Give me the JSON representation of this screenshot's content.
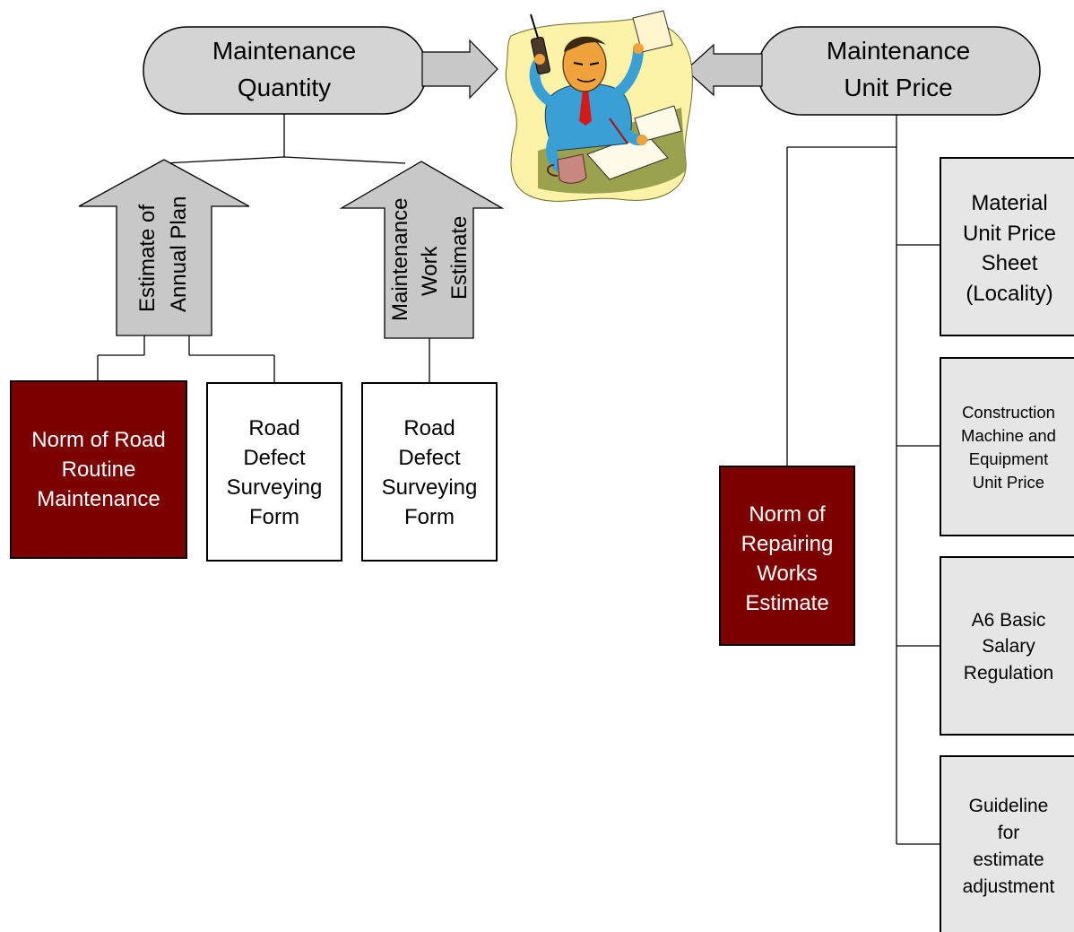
{
  "colors": {
    "pill_fill": "#d4d4d4",
    "arrow_fill": "#c8c8c8",
    "norm_fill": "#7c0000",
    "form_fill": "#ffffff",
    "sheet_fill": "#e6e6e6",
    "line": "#000000"
  },
  "quantity": {
    "title_line1": "Maintenance",
    "title_line2": "Quantity"
  },
  "unit_price": {
    "title_line1": "Maintenance",
    "title_line2": "Unit Price"
  },
  "arrows": {
    "annual_plan": {
      "line1": "Estimate of",
      "line2": "Annual Plan"
    },
    "work_estimate": {
      "line1": "Maintenance",
      "line2": "Work",
      "line3": "Estimate"
    }
  },
  "boxes": {
    "norm_routine": {
      "line1": "Norm of Road",
      "line2": "Routine",
      "line3": "Maintenance"
    },
    "defect_form_1": {
      "line1": "Road",
      "line2": "Defect",
      "line3": "Surveying",
      "line4": "Form"
    },
    "defect_form_2": {
      "line1": "Road",
      "line2": "Defect",
      "line3": "Surveying",
      "line4": "Form"
    },
    "norm_repairing": {
      "line1": "Norm of",
      "line2": "Repairing",
      "line3": "Works",
      "line4": "Estimate"
    }
  },
  "price_sources": {
    "material": {
      "line1": "Material",
      "line2": "Unit Price",
      "line3": "Sheet",
      "line4": "(Locality)"
    },
    "machine": {
      "line1": "Construction",
      "line2": "Machine and",
      "line3": "Equipment",
      "line4": "Unit Price"
    },
    "salary": {
      "line1": "A6 Basic",
      "line2": "Salary",
      "line3": "Regulation"
    },
    "guideline": {
      "line1": "Guideline",
      "line2": "for",
      "line3": "estimate",
      "line4": "adjustment"
    }
  },
  "illustration": {
    "icon": "busy-office-worker-icon"
  }
}
